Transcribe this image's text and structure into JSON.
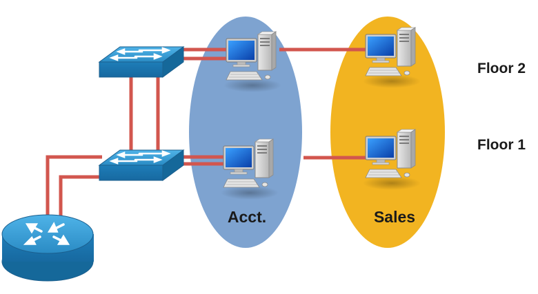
{
  "labels": {
    "floor_2": "Floor 2",
    "floor_1": "Floor 1",
    "acct": "Acct.",
    "sales": "Sales"
  },
  "colors": {
    "acct_vlan": "#7ea3d0",
    "sales_vlan": "#f2b421",
    "cable": "#d2564e",
    "device_blue": "#2a8bc4"
  },
  "icons": {
    "switches": [
      "switch-icon",
      "switch-icon"
    ],
    "router": "router-icon",
    "computers": [
      "computer-icon",
      "computer-icon",
      "computer-icon",
      "computer-icon"
    ]
  }
}
